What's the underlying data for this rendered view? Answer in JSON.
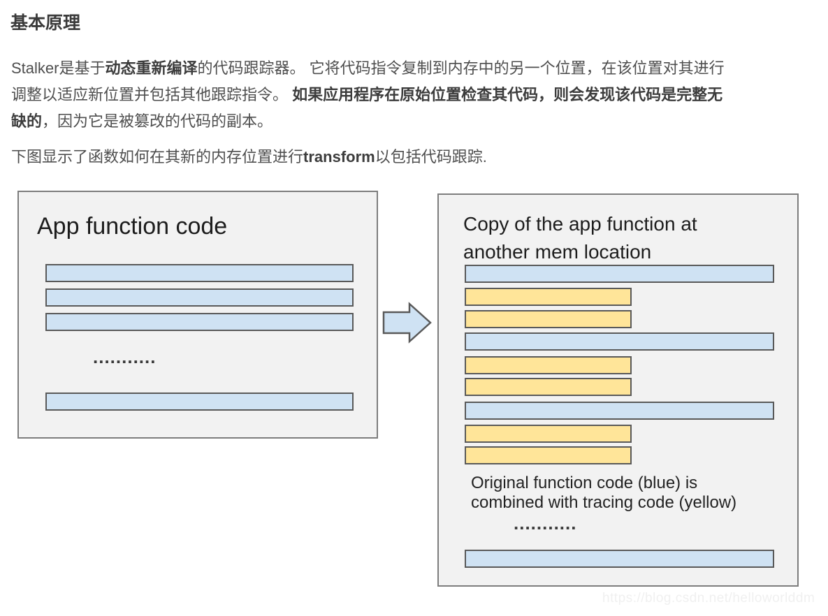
{
  "article": {
    "heading": "基本原理",
    "paragraph1_lines": [
      [
        {
          "t": "Stalker是基于"
        },
        {
          "t": "动态重新编译",
          "b": true
        },
        {
          "t": "的代码跟踪器。 它将代码指令复制到内存中的另一个位置，在该位置对其进行"
        }
      ],
      [
        {
          "t": "调整以适应新位置并包括其他跟踪指令。 "
        },
        {
          "t": "如果应用程序在原始位置检查其代码，则会发现该代码是完整无",
          "b": true
        }
      ],
      [
        {
          "t": "缺的",
          "b": true
        },
        {
          "t": "，因为它是被篡改的代码的副本。"
        }
      ]
    ],
    "paragraph2_segments": [
      {
        "t": "下图显示了函数如何在其新的内存位置进行"
      },
      {
        "t": "transform",
        "b": true
      },
      {
        "t": "以包括代码跟踪."
      }
    ]
  },
  "diagram": {
    "left_box": {
      "title": "App function code",
      "dots": "...........",
      "bars": [
        "blue",
        "blue",
        "blue",
        "blue"
      ]
    },
    "arrow_icon": "right-block-arrow",
    "right_box": {
      "title_line1": "Copy of the app function at",
      "title_line2": "another mem location",
      "bars": [
        "blue",
        "yellow",
        "yellow",
        "blue",
        "yellow",
        "yellow",
        "blue",
        "yellow",
        "yellow",
        "blue"
      ],
      "caption_line1": "Original function code (blue) is",
      "caption_line2": "combined with tracing code (yellow)",
      "dots": "..........."
    },
    "colors": {
      "blue_bar": "#cfe2f3",
      "yellow_bar": "#ffe599",
      "box_background": "#f2f2f2",
      "box_border": "#7d7d7d",
      "bar_border": "#595959"
    }
  },
  "watermark": "https://blog.csdn.net/helloworlddm"
}
